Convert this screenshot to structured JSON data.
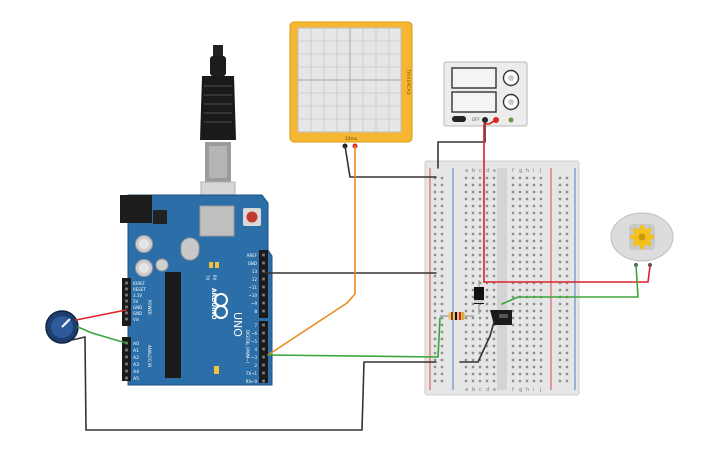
{
  "arduino": {
    "brand": "ARDUINO",
    "model": "UNO",
    "power_header_label": "POWER",
    "analog_header_label": "ANALOG IN",
    "digital_header_label": "DIGITAL (PWM~)",
    "tx_label": "TX",
    "rx_label": "RX",
    "power_pins": [
      "IOREF",
      "RESET",
      "3.3V",
      "5V",
      "GND",
      "GND",
      "Vin"
    ],
    "analog_pins": [
      "A0",
      "A1",
      "A2",
      "A3",
      "A4",
      "A5"
    ],
    "digital_top_pins": [
      "AREF",
      "GND",
      "13",
      "12",
      "~11",
      "~10",
      "~9",
      "8"
    ],
    "digital_bottom_pins": [
      "7",
      "~6",
      "~5",
      "4",
      "~3",
      "2",
      "TX→1",
      "RX←0"
    ]
  },
  "oscilloscope": {
    "brand_label": "TINKERCAD",
    "time_label": "10ms"
  },
  "power_supply": {
    "off_label": "OFF"
  },
  "breadboard": {
    "column_letters_left": [
      "a",
      "b",
      "c",
      "d",
      "e"
    ],
    "column_letters_right": [
      "f",
      "g",
      "h",
      "i",
      "j"
    ]
  },
  "colors": {
    "arduino_board": "#2b6ea8",
    "breadboard": "#e6e6e6",
    "oscilloscope_frame": "#f5b731",
    "wire_black": "#333333",
    "wire_red": "#d8242a",
    "wire_green": "#3ba53b",
    "wire_orange": "#ea8a1e",
    "motor_gear": "#f3c11b"
  }
}
